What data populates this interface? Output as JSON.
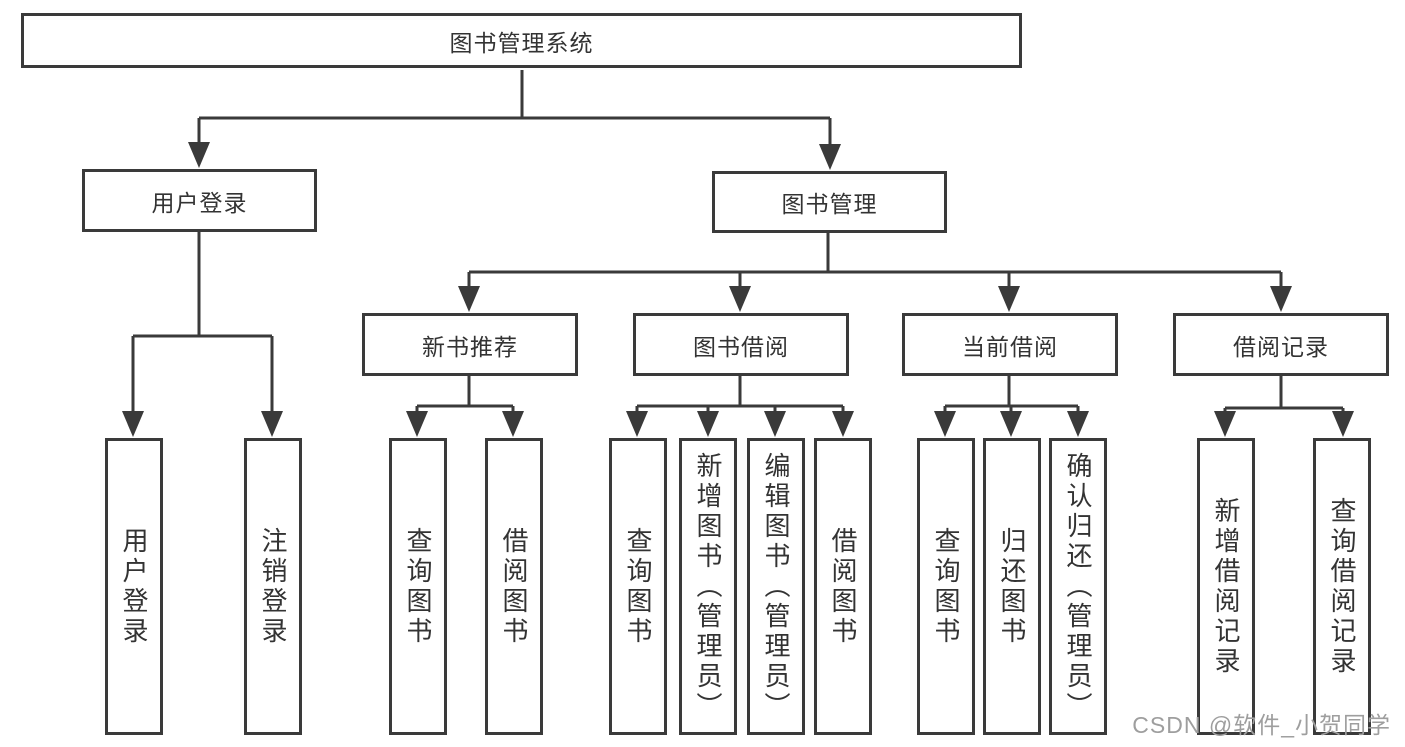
{
  "diagram": {
    "title": "图书管理系统",
    "level2": [
      {
        "label": "用户登录"
      },
      {
        "label": "图书管理"
      }
    ],
    "level3": [
      {
        "parent": "图书管理",
        "label": "新书推荐"
      },
      {
        "parent": "图书管理",
        "label": "图书借阅"
      },
      {
        "parent": "图书管理",
        "label": "当前借阅"
      },
      {
        "parent": "图书管理",
        "label": "借阅记录"
      }
    ],
    "leaves": [
      {
        "parent": "用户登录",
        "label": "用户登录"
      },
      {
        "parent": "用户登录",
        "label": "注销登录"
      },
      {
        "parent": "新书推荐",
        "label": "查询图书"
      },
      {
        "parent": "新书推荐",
        "label": "借阅图书"
      },
      {
        "parent": "图书借阅",
        "label": "查询图书"
      },
      {
        "parent": "图书借阅",
        "label": "新增图书（管理员）"
      },
      {
        "parent": "图书借阅",
        "label": "编辑图书（管理员）"
      },
      {
        "parent": "图书借阅",
        "label": "借阅图书"
      },
      {
        "parent": "当前借阅",
        "label": "查询图书"
      },
      {
        "parent": "当前借阅",
        "label": "归还图书"
      },
      {
        "parent": "当前借阅",
        "label": "确认归还（管理员）"
      },
      {
        "parent": "借阅记录",
        "label": "新增借阅记录"
      },
      {
        "parent": "借阅记录",
        "label": "查询借阅记录"
      }
    ],
    "watermark": "CSDN @软件_小贺同学",
    "colors": {
      "line": "#3a3a3a",
      "text": "#333333",
      "watermark": "#9e9e9e",
      "background": "#ffffff"
    }
  }
}
